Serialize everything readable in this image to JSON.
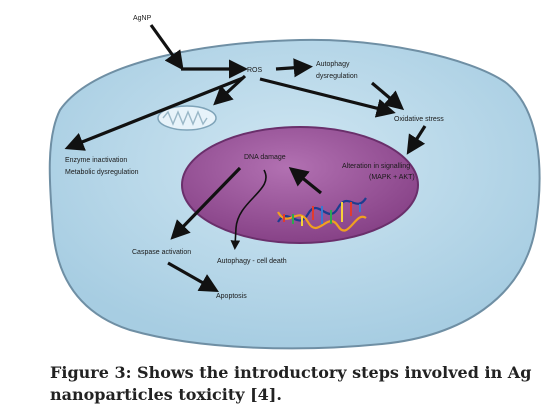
{
  "diagram": {
    "labels": {
      "agnp": "AgNP",
      "ros": "ROS",
      "autophagy_dysregulation_1": "Autophagy",
      "autophagy_dysregulation_2": "dysregulation",
      "oxidative_stress": "Oxidative stress",
      "enzyme_inactivation": "Enzyme inactivation",
      "metabolic_dysregulation": "Metabolic dysregulation",
      "dna_damage": "DNA damage",
      "alteration_signalling_1": "Alteration in signalling",
      "alteration_signalling_2": "(MAPK + AKT)",
      "caspase_activation": "Caspase activation",
      "autophagy_cell_death": "Autophagy - cell death",
      "apoptosis": "Apoptosis"
    },
    "colors": {
      "cell_fill": "#b5d6e8",
      "cell_stroke": "#6f8fa4",
      "nucleus_fill": "#9b5a9c",
      "nucleus_stroke": "#6a2f6b",
      "arrow": "#111111"
    }
  },
  "caption": "Figure 3: Shows the introductory steps involved in Ag nanoparticles toxicity [4]."
}
